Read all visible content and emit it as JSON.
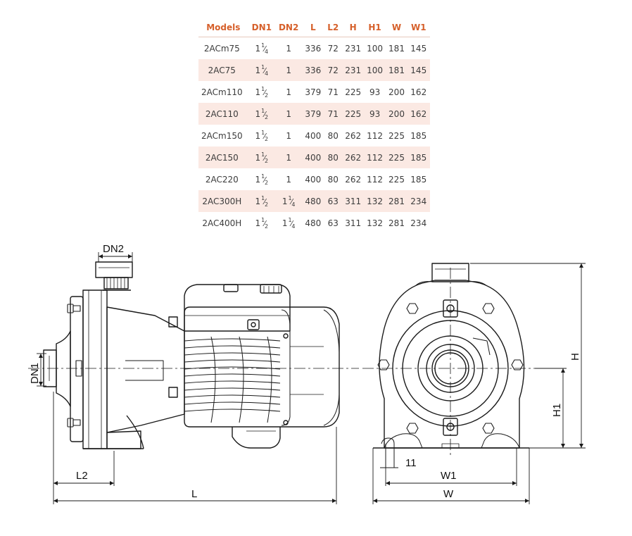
{
  "table": {
    "headers": [
      "Models",
      "DN1",
      "DN2",
      "L",
      "L2",
      "H",
      "H1",
      "W",
      "W1"
    ],
    "rows": [
      {
        "model": "2ACm75",
        "dn1": {
          "whole": "1",
          "num": "1",
          "den": "4"
        },
        "dn2": {
          "whole": "1",
          "num": "",
          "den": ""
        },
        "L": "336",
        "L2": "72",
        "H": "231",
        "H1": "100",
        "W": "181",
        "W1": "145"
      },
      {
        "model": "2AC75",
        "dn1": {
          "whole": "1",
          "num": "1",
          "den": "4"
        },
        "dn2": {
          "whole": "1",
          "num": "",
          "den": ""
        },
        "L": "336",
        "L2": "72",
        "H": "231",
        "H1": "100",
        "W": "181",
        "W1": "145"
      },
      {
        "model": "2ACm110",
        "dn1": {
          "whole": "1",
          "num": "1",
          "den": "2"
        },
        "dn2": {
          "whole": "1",
          "num": "",
          "den": ""
        },
        "L": "379",
        "L2": "71",
        "H": "225",
        "H1": "93",
        "W": "200",
        "W1": "162"
      },
      {
        "model": "2AC110",
        "dn1": {
          "whole": "1",
          "num": "1",
          "den": "2"
        },
        "dn2": {
          "whole": "1",
          "num": "",
          "den": ""
        },
        "L": "379",
        "L2": "71",
        "H": "225",
        "H1": "93",
        "W": "200",
        "W1": "162"
      },
      {
        "model": "2ACm150",
        "dn1": {
          "whole": "1",
          "num": "1",
          "den": "2"
        },
        "dn2": {
          "whole": "1",
          "num": "",
          "den": ""
        },
        "L": "400",
        "L2": "80",
        "H": "262",
        "H1": "112",
        "W": "225",
        "W1": "185"
      },
      {
        "model": "2AC150",
        "dn1": {
          "whole": "1",
          "num": "1",
          "den": "2"
        },
        "dn2": {
          "whole": "1",
          "num": "",
          "den": ""
        },
        "L": "400",
        "L2": "80",
        "H": "262",
        "H1": "112",
        "W": "225",
        "W1": "185"
      },
      {
        "model": "2AC220",
        "dn1": {
          "whole": "1",
          "num": "1",
          "den": "2"
        },
        "dn2": {
          "whole": "1",
          "num": "",
          "den": ""
        },
        "L": "400",
        "L2": "80",
        "H": "262",
        "H1": "112",
        "W": "225",
        "W1": "185"
      },
      {
        "model": "2AC300H",
        "dn1": {
          "whole": "1",
          "num": "1",
          "den": "2"
        },
        "dn2": {
          "whole": "1",
          "num": "1",
          "den": "4"
        },
        "L": "480",
        "L2": "63",
        "H": "311",
        "H1": "132",
        "W": "281",
        "W1": "234"
      },
      {
        "model": "2AC400H",
        "dn1": {
          "whole": "1",
          "num": "1",
          "den": "2"
        },
        "dn2": {
          "whole": "1",
          "num": "1",
          "den": "4"
        },
        "L": "480",
        "L2": "63",
        "H": "311",
        "H1": "132",
        "W": "281",
        "W1": "234"
      }
    ]
  },
  "drawing": {
    "labels": {
      "dn2": "DN2",
      "dn1": "DN1",
      "l2": "L2",
      "l": "L",
      "h": "H",
      "h1": "H1",
      "w": "W",
      "w1": "W1",
      "foot": "11"
    }
  },
  "colors": {
    "header": "#d6602b",
    "row_alt": "#fbe9e3",
    "line": "#1a1a1a"
  }
}
